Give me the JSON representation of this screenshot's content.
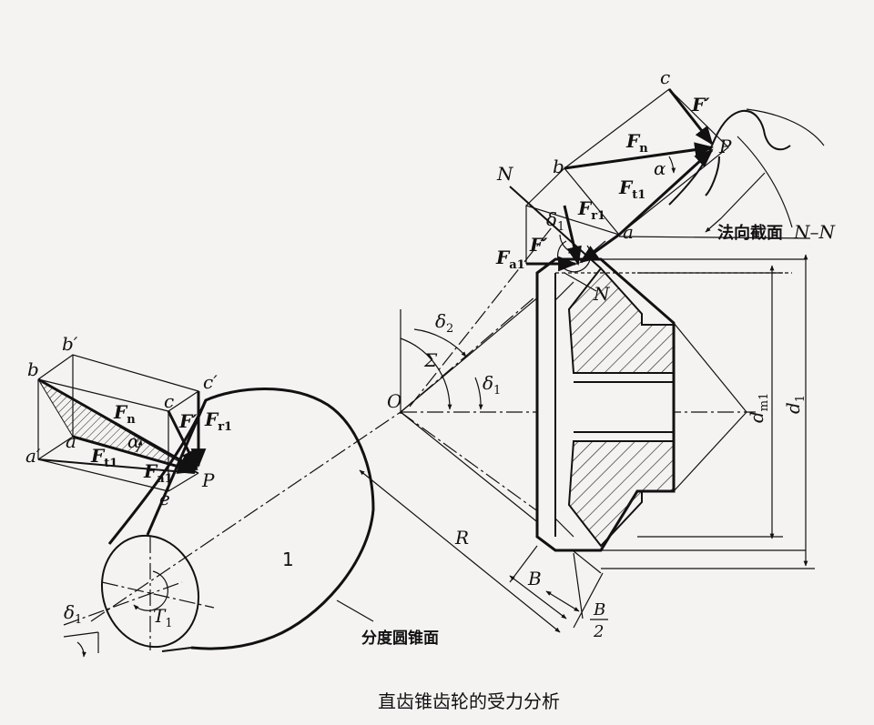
{
  "caption": "直齿锥齿轮的受力分析",
  "surface_label": "分度圆锥面",
  "section_label": "法向截面",
  "section_name": "N–N",
  "gear_number": "1",
  "labels": {
    "O": "O",
    "P": "P",
    "N": "N",
    "R": "R",
    "B": "B",
    "B2_num": "B",
    "B2_den": "2",
    "Sigma": "Σ",
    "alpha": "α",
    "delta": "δ",
    "sub1": "1",
    "sub2": "2",
    "d": "d",
    "d_sub": "1",
    "dm_sub": "m1",
    "T": "T",
    "a": "a",
    "b": "b",
    "c": "c",
    "e": "e",
    "a_p": "a′",
    "b_p": "b′",
    "c_p": "c′",
    "F": "F",
    "Fprime": "F′",
    "n": "n",
    "t1": "t1",
    "r1": "r1",
    "a1": "a1"
  }
}
